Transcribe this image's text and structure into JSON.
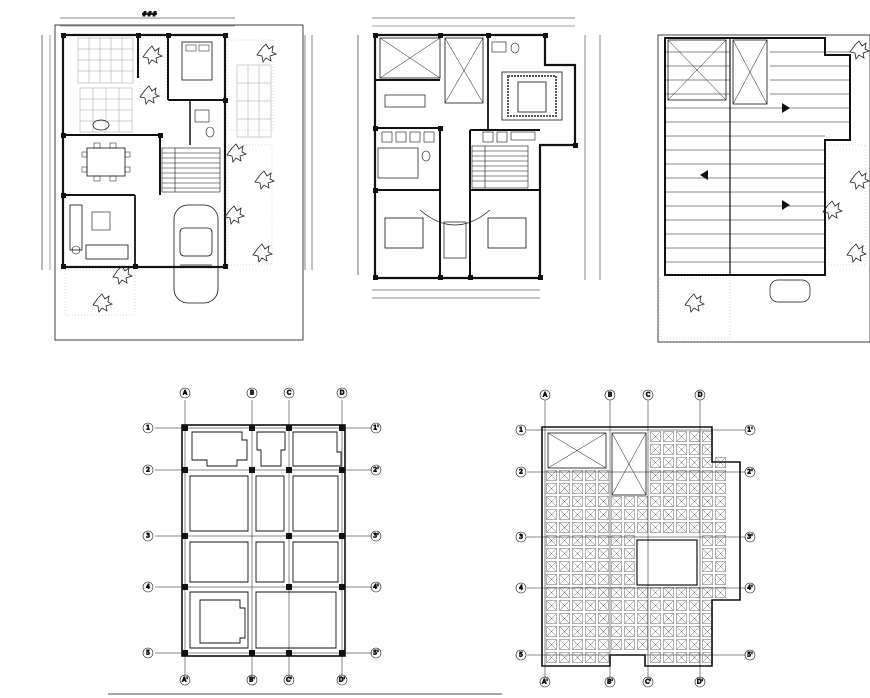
{
  "drawing": {
    "line_color": "#111111",
    "hatch_color": "#9a9a9a",
    "plant_color": "#222222",
    "dimension_label": "###"
  },
  "foundation_plan": {
    "axes_top": [
      "A",
      "B",
      "C",
      "D"
    ],
    "axes_bottom": [
      "A'",
      "B'",
      "C'",
      "D'"
    ],
    "axes_left": [
      "1",
      "2",
      "3",
      "4",
      "5"
    ],
    "axes_right": [
      "1'",
      "2'",
      "3'",
      "4'",
      "5'"
    ]
  },
  "slab_plan": {
    "axes_top": [
      "A",
      "B",
      "C",
      "D"
    ],
    "axes_bottom": [
      "A'",
      "B'",
      "C'",
      "D'"
    ],
    "axes_left": [
      "1",
      "2",
      "3",
      "4",
      "5"
    ],
    "axes_right": [
      "1'",
      "2'",
      "3'",
      "4'",
      "5'"
    ]
  },
  "symbols": [
    "bed-icon",
    "car-icon",
    "dining-table-icon",
    "sofa-icon",
    "plant-icon",
    "toilet-icon",
    "stair-icon"
  ]
}
